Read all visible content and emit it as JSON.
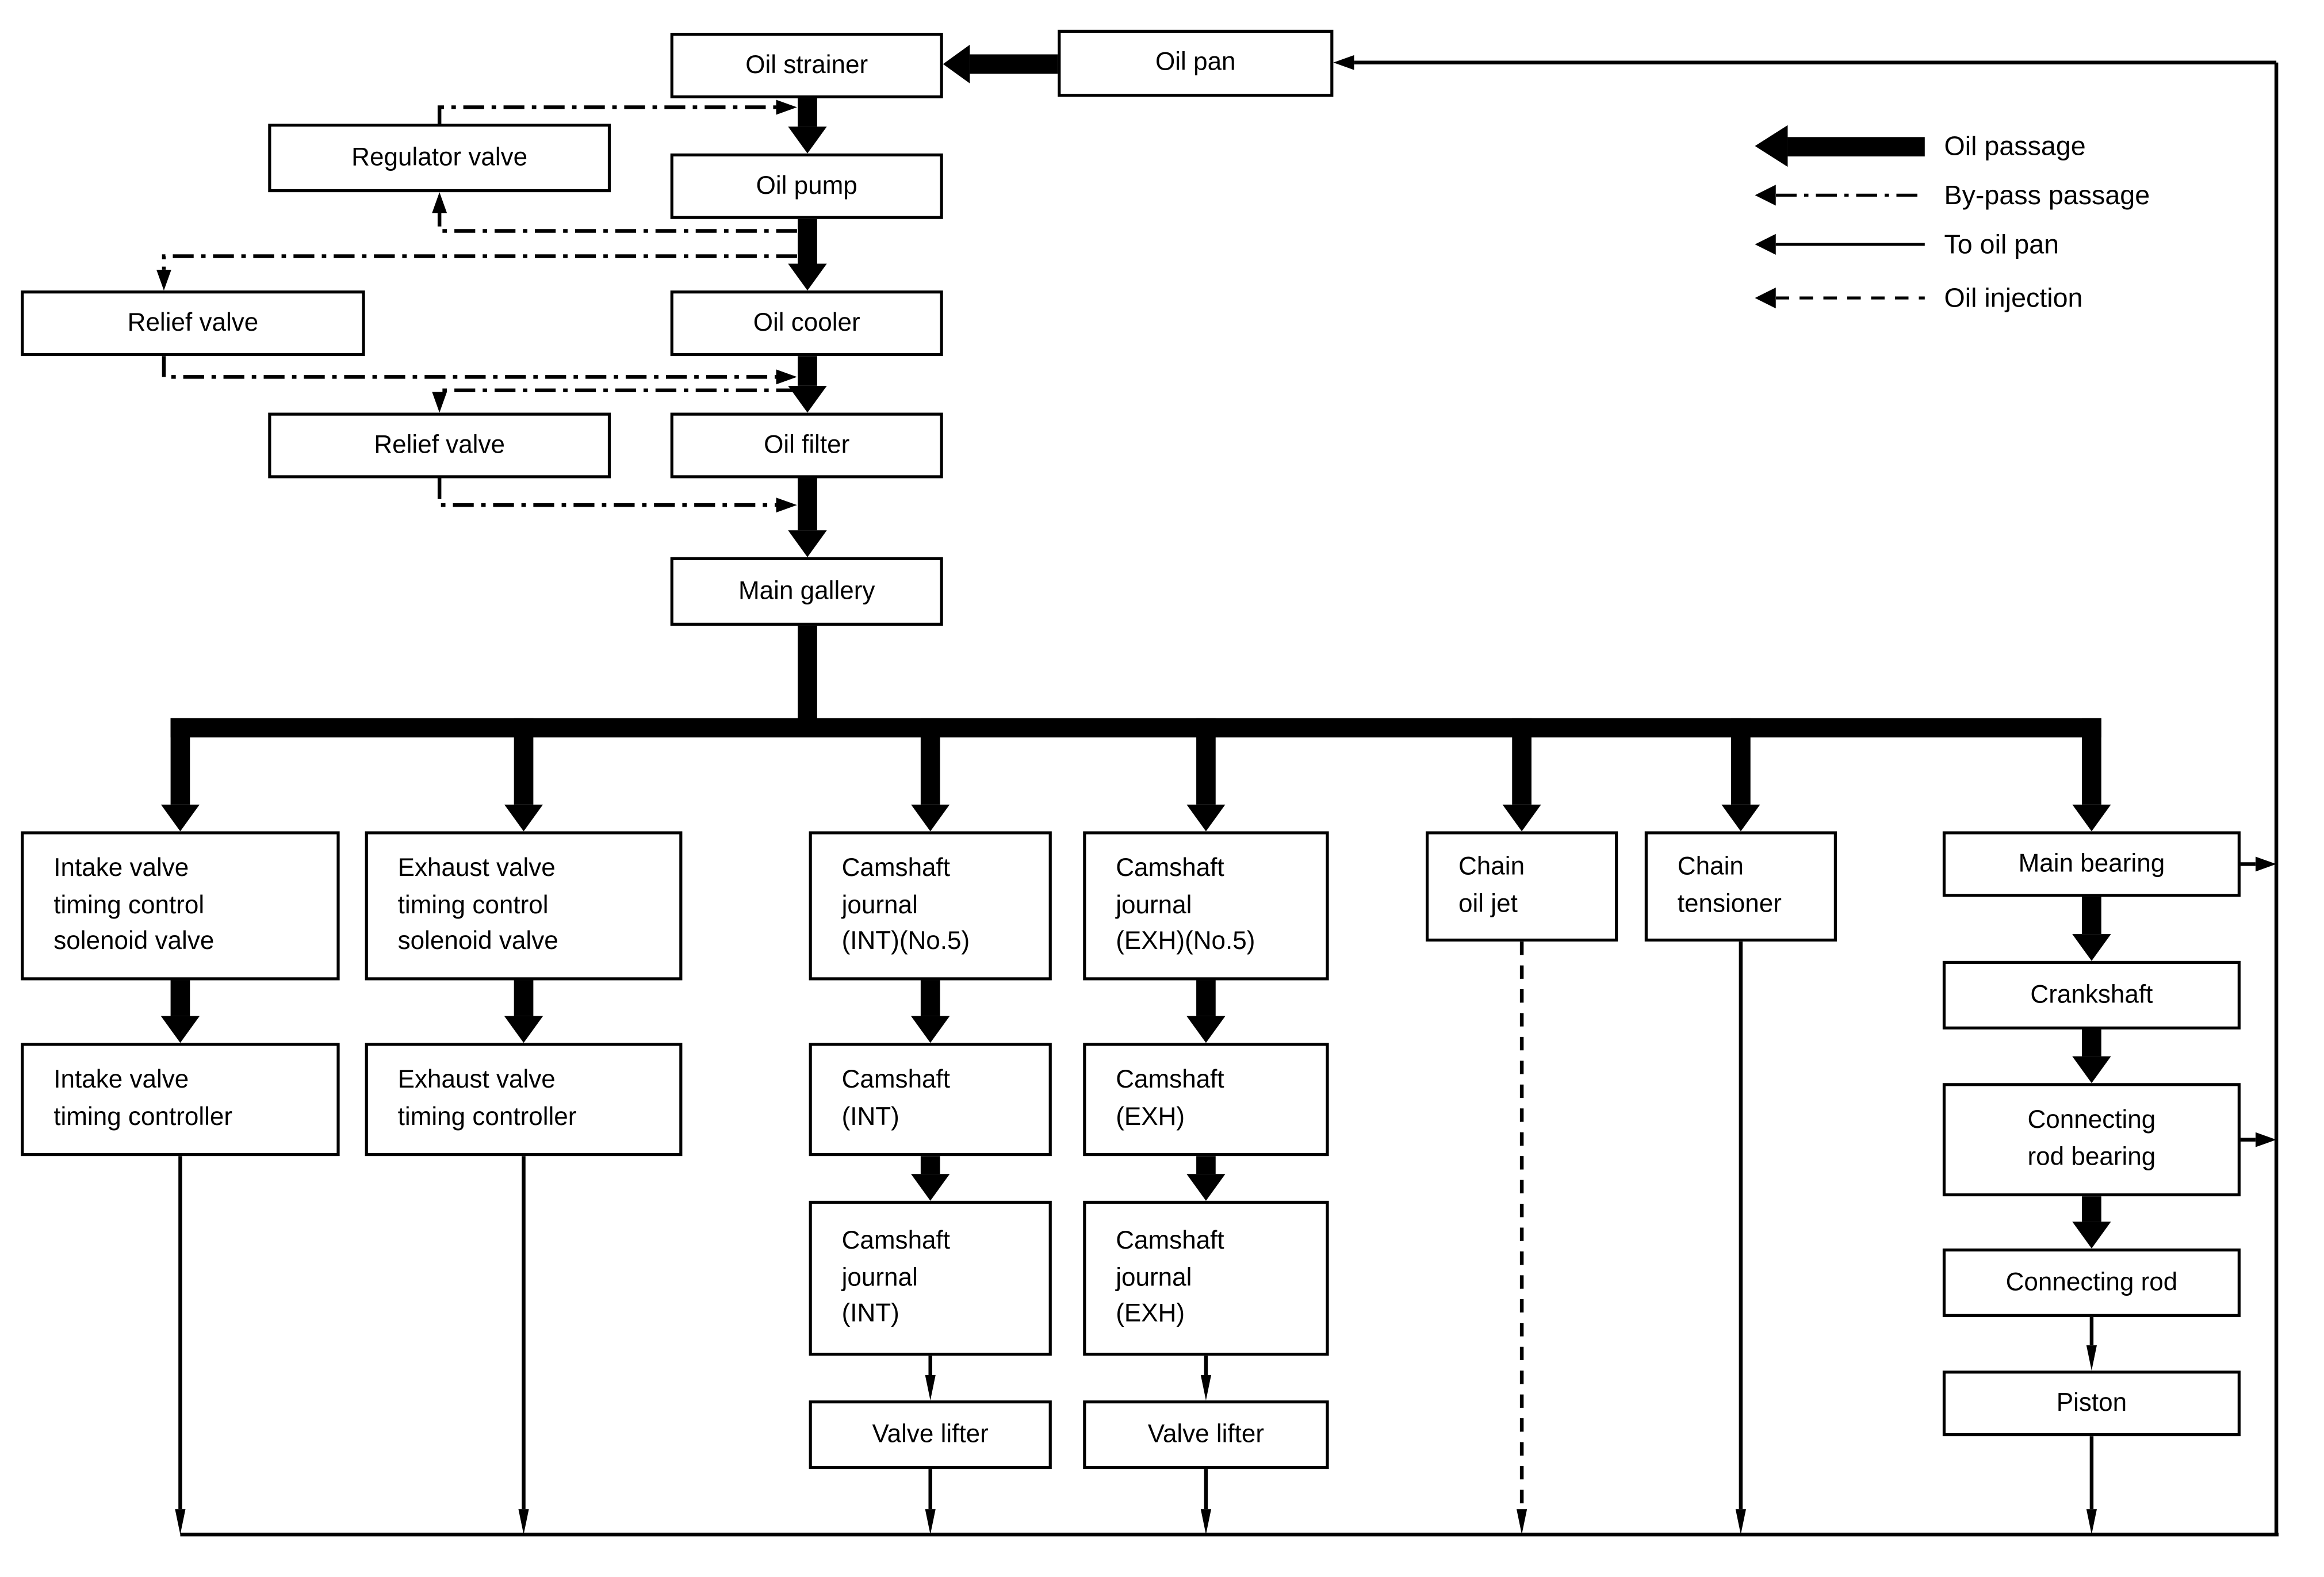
{
  "legend": {
    "items": [
      {
        "icon": "oil-passage-arrow-icon",
        "label": "Oil passage"
      },
      {
        "icon": "bypass-passage-arrow-icon",
        "label": "By-pass passage"
      },
      {
        "icon": "to-oil-pan-arrow-icon",
        "label": "To oil pan"
      },
      {
        "icon": "oil-injection-arrow-icon",
        "label": "Oil injection"
      }
    ]
  },
  "nodes": {
    "oil_strainer": {
      "label": "Oil strainer"
    },
    "oil_pan": {
      "label": "Oil pan"
    },
    "regulator_valve": {
      "label": "Regulator valve"
    },
    "oil_pump": {
      "label": "Oil pump"
    },
    "relief_valve_1": {
      "label": "Relief valve"
    },
    "oil_cooler": {
      "label": "Oil cooler"
    },
    "relief_valve_2": {
      "label": "Relief valve"
    },
    "oil_filter": {
      "label": "Oil filter"
    },
    "main_gallery": {
      "label": "Main gallery"
    },
    "intake_solenoid": {
      "label": "Intake valve\ntiming control\nsolenoid valve"
    },
    "exhaust_solenoid": {
      "label": "Exhaust valve\ntiming control\nsolenoid valve"
    },
    "camshaft_journal_int_no5": {
      "label": "Camshaft\njournal\n(INT)(No.5)"
    },
    "camshaft_journal_exh_no5": {
      "label": "Camshaft\njournal\n(EXH)(No.5)"
    },
    "chain_oil_jet": {
      "label": "Chain\noil jet"
    },
    "chain_tensioner": {
      "label": "Chain\ntensioner"
    },
    "main_bearing": {
      "label": "Main bearing"
    },
    "intake_controller": {
      "label": "Intake valve\ntiming controller"
    },
    "exhaust_controller": {
      "label": "Exhaust valve\ntiming controller"
    },
    "camshaft_int": {
      "label": "Camshaft\n(INT)"
    },
    "camshaft_exh": {
      "label": "Camshaft\n(EXH)"
    },
    "crankshaft": {
      "label": "Crankshaft"
    },
    "camshaft_journal_int": {
      "label": "Camshaft\njournal\n(INT)"
    },
    "camshaft_journal_exh": {
      "label": "Camshaft\njournal\n(EXH)"
    },
    "connecting_rod_bearing": {
      "label": "Connecting\nrod bearing"
    },
    "valve_lifter_int": {
      "label": "Valve lifter"
    },
    "valve_lifter_exh": {
      "label": "Valve lifter"
    },
    "connecting_rod": {
      "label": "Connecting rod"
    },
    "piston": {
      "label": "Piston"
    }
  },
  "colors": {
    "line": "#000000",
    "background": "#ffffff"
  }
}
